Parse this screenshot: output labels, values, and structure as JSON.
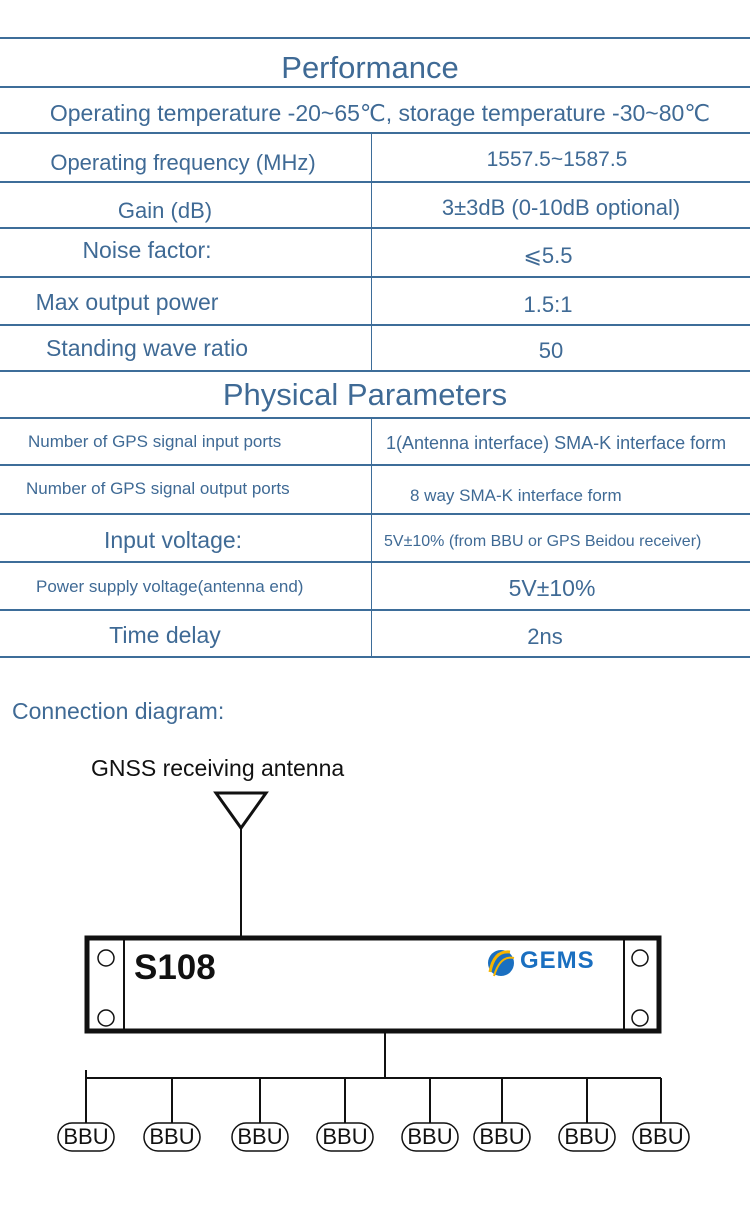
{
  "performance": {
    "title": "Performance",
    "temperature": "Operating temperature -20~65℃, storage temperature -30~80℃",
    "rows": [
      {
        "label": "Operating frequency (MHz)",
        "value": "1557.5~1587.5"
      },
      {
        "label": "Gain (dB)",
        "value": "3±3dB  (0-10dB optional)"
      },
      {
        "label": "Noise factor:",
        "value": "⩽5.5"
      },
      {
        "label": "Max output power",
        "value": "1.5:1"
      },
      {
        "label": "Standing wave ratio",
        "value": "50"
      }
    ]
  },
  "physical": {
    "title": "Physical Parameters",
    "rows": [
      {
        "label": "Number of GPS signal input ports",
        "value": "1(Antenna interface) SMA-K interface form"
      },
      {
        "label": "Number of GPS signal output ports",
        "value": "8 way SMA-K interface form"
      },
      {
        "label": "Input voltage:",
        "value": "5V±10% (from BBU or GPS Beidou receiver)"
      },
      {
        "label": "Power supply voltage(antenna end)",
        "value": "5V±10%"
      },
      {
        "label": "Time delay",
        "value": "2ns"
      }
    ]
  },
  "diagram": {
    "heading": "Connection diagram:",
    "antenna_label": "GNSS receiving antenna",
    "device_model": "S108",
    "logo_text": "GEMS",
    "outputs": [
      "BBU",
      "BBU",
      "BBU",
      "BBU",
      "BBU",
      "BBU",
      "BBU",
      "BBU"
    ]
  }
}
